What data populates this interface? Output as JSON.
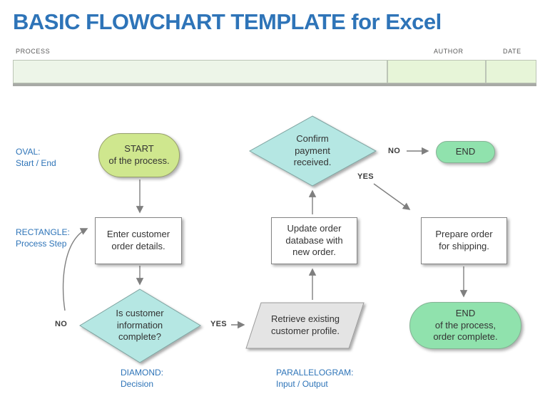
{
  "title": "BASIC FLOWCHART TEMPLATE for Excel",
  "header": {
    "columns": [
      {
        "label": "PROCESS",
        "value": ""
      },
      {
        "label": "AUTHOR",
        "value": ""
      },
      {
        "label": "DATE",
        "value": ""
      }
    ]
  },
  "legend": {
    "oval": "OVAL:\nStart / End",
    "rectangle": "RECTANGLE:\nProcess Step",
    "diamond": "DIAMOND:\nDecision",
    "parallelogram": "PARALLELOGRAM:\nInput / Output"
  },
  "nodes": {
    "start_oval": "START\nof the process.",
    "enter_rect": "Enter customer\norder details.",
    "decision_info": "Is customer\ninformation\ncomplete?",
    "retrieve_parallelogram": "Retrieve existing\ncustomer profile.",
    "update_rect": "Update order\ndatabase with\nnew order.",
    "decision_payment": "Confirm\npayment\nreceived.",
    "end_pill": "END",
    "prepare_rect": "Prepare order\nfor shipping.",
    "end_oval": "END\nof the process,\norder complete."
  },
  "branch_labels": {
    "info_no": "NO",
    "info_yes": "YES",
    "payment_no": "NO",
    "payment_yes": "YES"
  },
  "colors": {
    "title_blue": "#2E74B8",
    "legend_blue": "#2E74B8",
    "start_oval_fill": "#CFE78E",
    "diamond_fill": "#B5E7E3",
    "end_fill": "#90E2AD",
    "parallelogram_fill": "#E4E4E4",
    "process_cell_fill": "#EDF5E8",
    "author_date_cell_fill": "#E7F5D8",
    "arrow_gray": "#7F7F7F"
  }
}
